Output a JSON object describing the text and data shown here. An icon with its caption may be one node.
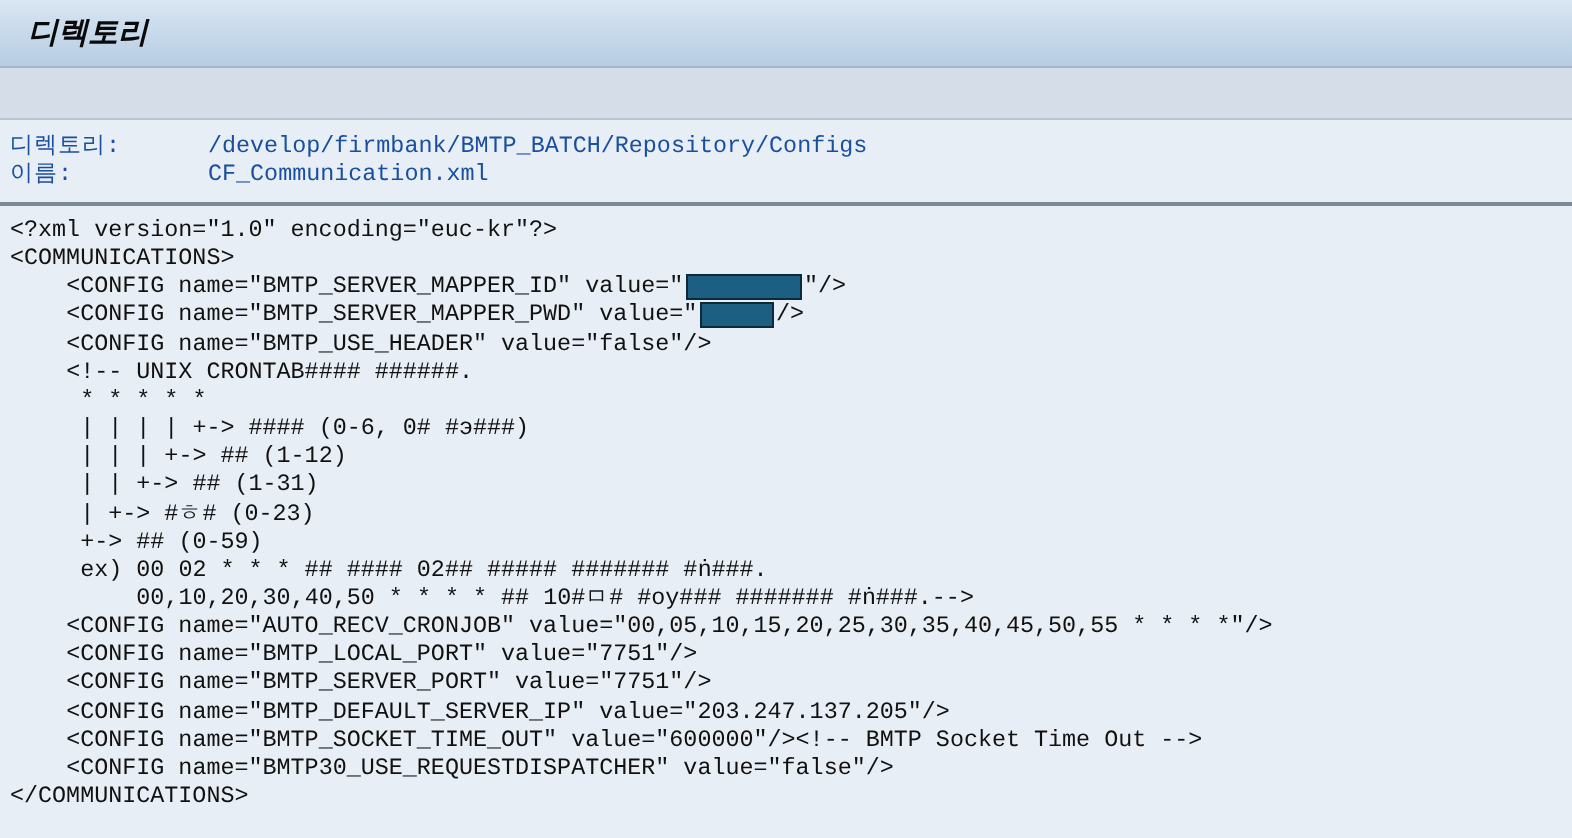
{
  "diagram": {
    "title": "디렉토리",
    "labels": [
      "디렉토리:",
      "/develop/firmbank/BMTP_BATCH/Repository/Configs",
      "이름:",
      "CF_Communication.xml",
      "<?xml version=\"1.0\" encoding=\"euc-kr\"?>",
      "<COMMUNICATIONS>",
      "<CONFIG name=\"BMTP_SERVER_MAPPER_ID\" value=\"",
      "\"/>",
      "<CONFIG name=\"BMTP_SERVER_MAPPER_PWD\" value=\"",
      "/>",
      "<CONFIG name=\"BMTP_USE_HEADER\" value=\"false\"/>",
      "<!-- UNIX CRONTAB#### ######.",
      "* * * * *",
      "| | | | +-> #### (0-6, 0# #э###)",
      "| | | +-> ## (1-12)",
      "| | +-> ## (1-31)",
      "| +-> #ㅎ# (0-23)",
      "+-> ## (0-59)",
      "ex) 00 02 * * * ## #### 02## ##### ####### #ṅ###.",
      "00,10,20,30,40,50 * * * * ## 10#ㅁ# #oy### ####### #ṅ###.-->",
      "<CONFIG name=\"AUTO_RECV_CRONJOB\" value=\"00,05,10,15,20,25,30,35,40,45,50,55 * * * *\"/>",
      "<CONFIG name=\"BMTP_LOCAL_PORT\" value=\"7751\"/>",
      "<CONFIG name=\"BMTP_SERVER_PORT\" value=\"7751\"/>",
      "<CONFIG name=\"BMTP_DEFAULT_SERVER_IP\" value=\"203.247.137.205\"/>",
      "<CONFIG name=\"BMTP_SOCKET_TIME_OUT\" value=\"600000\"/><!-- BMTP Socket Time Out -->",
      "<CONFIG name=\"BMTP30_USE_REQUESTDISPATCHER\" value=\"false\"/>",
      "</COMMUNICATIONS>"
    ]
  }
}
